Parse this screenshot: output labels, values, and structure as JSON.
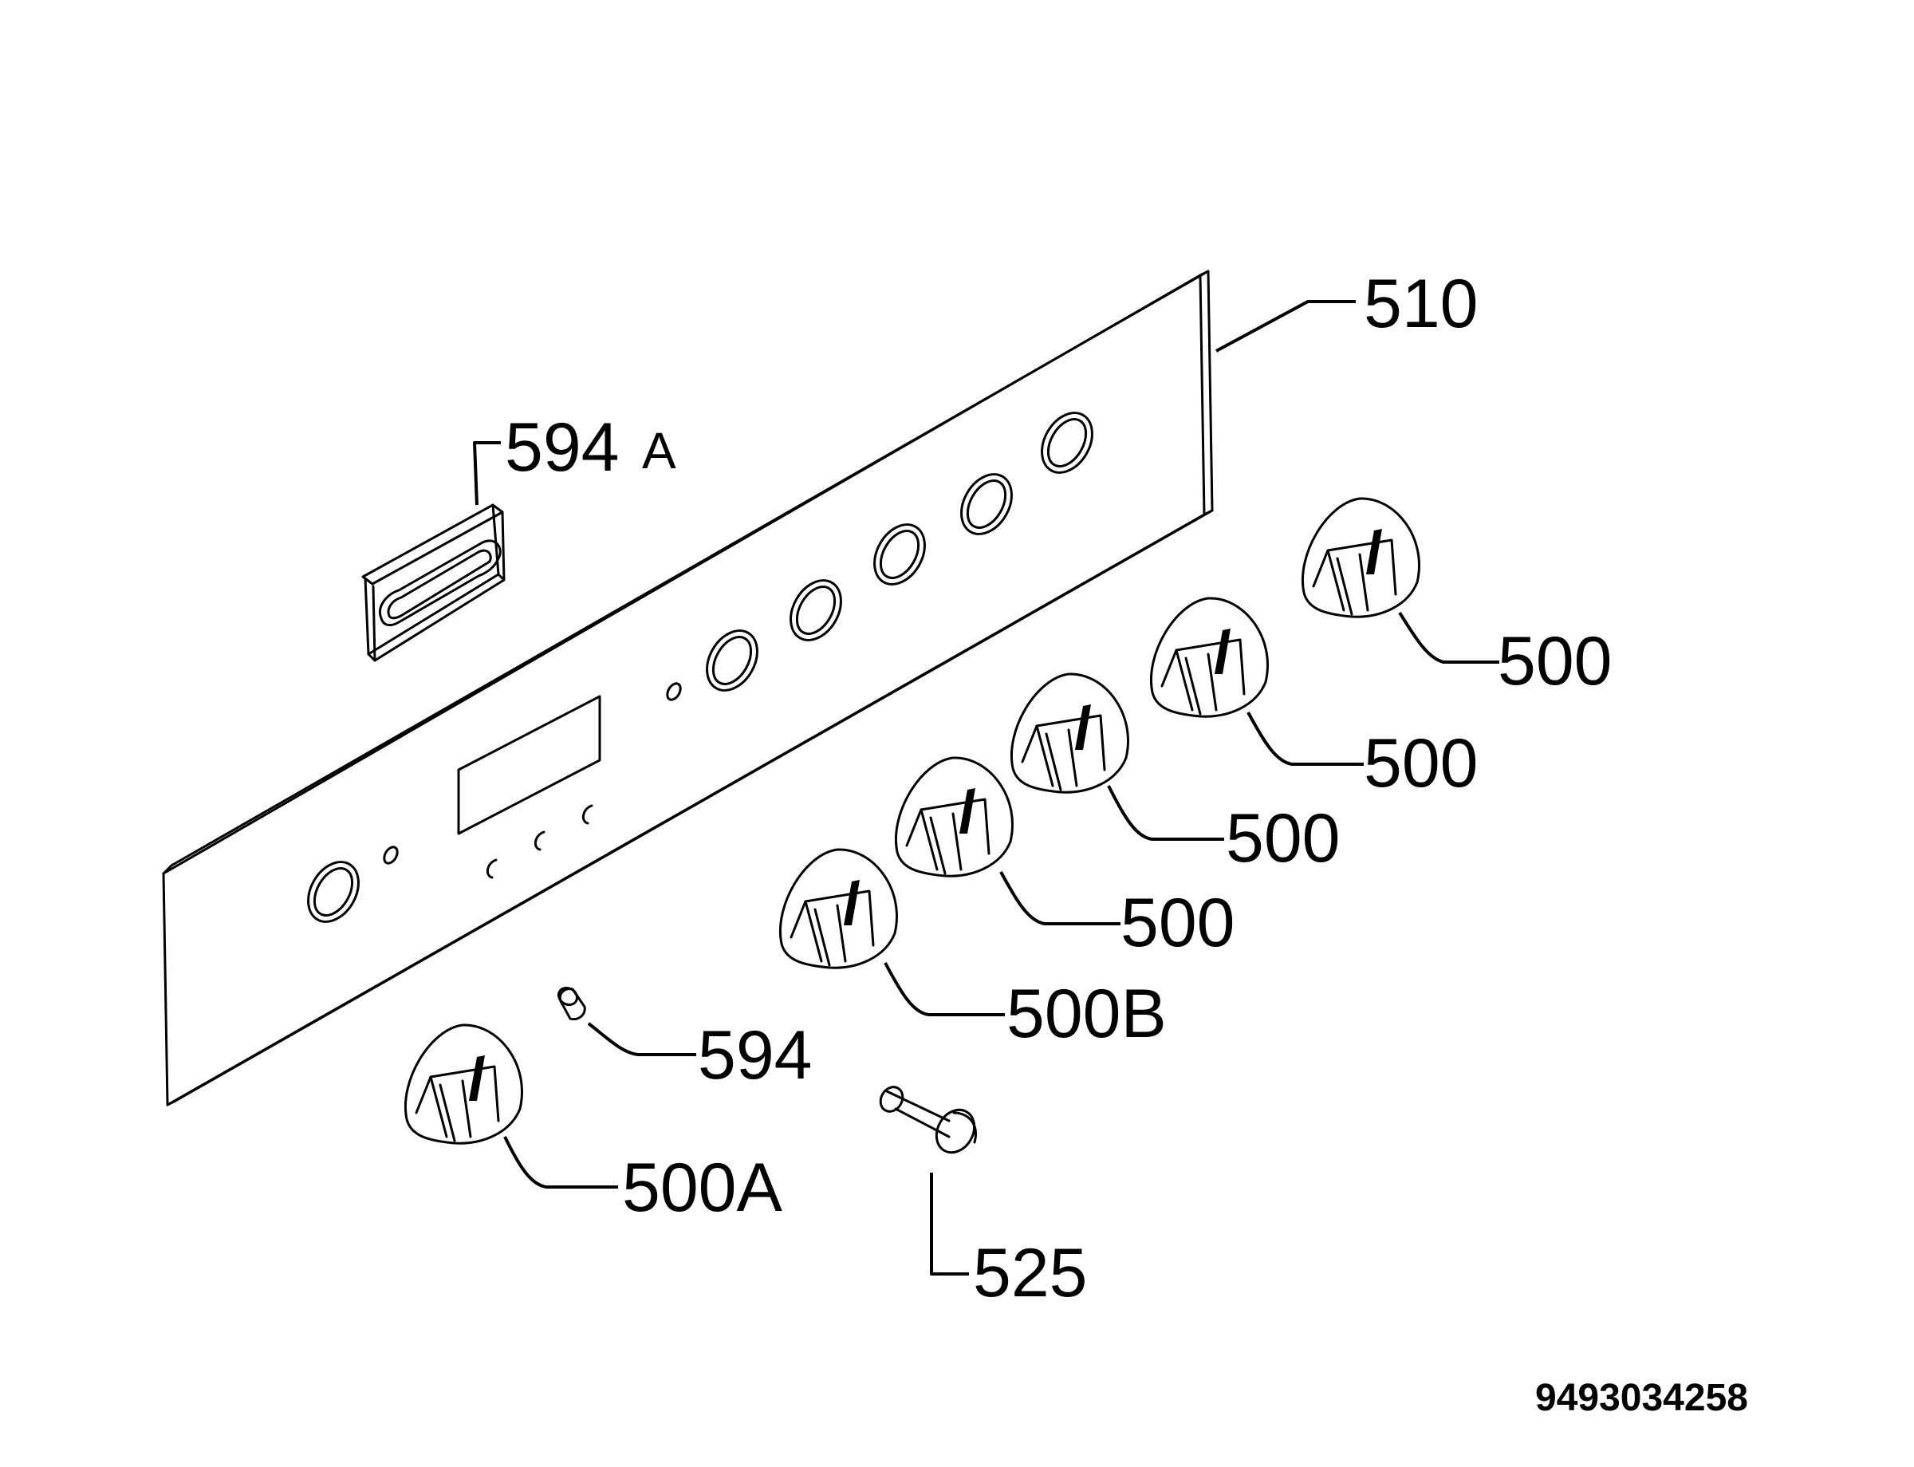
{
  "labels": {
    "panel": "510",
    "clip": "594",
    "clip_suffix": "A",
    "knob_1": "500",
    "knob_2": "500",
    "knob_3": "500",
    "knob_4": "500",
    "knob_b": "500B",
    "lamp": "594",
    "knob_a": "500A",
    "screw": "525"
  },
  "document_number": "9493034258"
}
